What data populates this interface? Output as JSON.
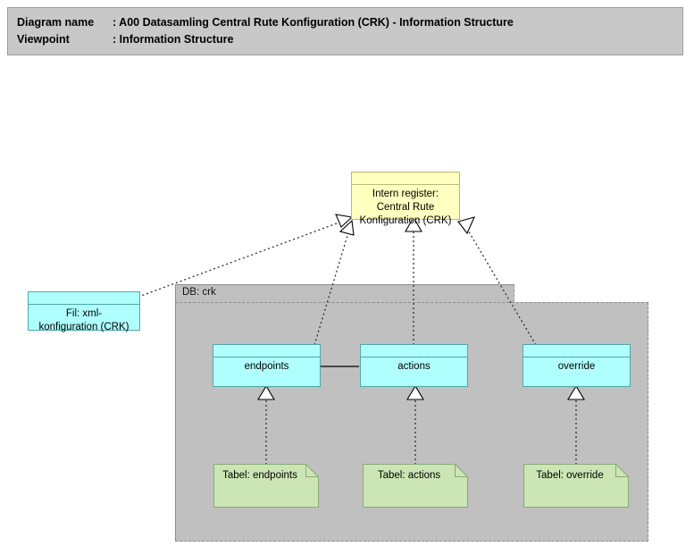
{
  "header": {
    "line1_key": "Diagram name",
    "line1_sep": ": ",
    "line1_value": "A00 Datasamling Central Rute Konfiguration (CRK) - Information Structure",
    "line2_key": "Viewpoint",
    "line2_sep": ": ",
    "line2_value": "Information Structure"
  },
  "colors": {
    "header_bg": "#c8c8c8",
    "group_bg": "#c0c0c0",
    "register_fill": "#ffffc0",
    "object_fill": "#b0ffff",
    "table_fill": "#cbe6b4",
    "line": "#222222",
    "canvas_bg": "#ffffff"
  },
  "diagram": {
    "register_node": {
      "label": "Intern register:\nCentral Rute\nKonfiguration (CRK)",
      "shape": "data-object"
    },
    "file_node": {
      "label": "Fil: xml-\nkonfiguration (CRK)",
      "shape": "data-object"
    },
    "group": {
      "label": "DB: crk",
      "shape": "grouping"
    },
    "objects": [
      {
        "id": "endpoints",
        "label": "endpoints",
        "shape": "data-object"
      },
      {
        "id": "actions",
        "label": "actions",
        "shape": "data-object"
      },
      {
        "id": "override",
        "label": "override",
        "shape": "data-object"
      }
    ],
    "tables": [
      {
        "id": "tabel-endpoints",
        "label": "Tabel: endpoints",
        "shape": "artifact-note"
      },
      {
        "id": "tabel-actions",
        "label": "Tabel: actions",
        "shape": "artifact-note"
      },
      {
        "id": "tabel-override",
        "label": "Tabel: override",
        "shape": "artifact-note"
      }
    ],
    "connections": [
      {
        "from": "file_node",
        "to": "register_node",
        "type": "realization-dotted-hollow-triangle"
      },
      {
        "from": "endpoints",
        "to": "register_node",
        "type": "realization-dotted-hollow-triangle"
      },
      {
        "from": "actions",
        "to": "register_node",
        "type": "realization-dotted-hollow-triangle"
      },
      {
        "from": "override",
        "to": "register_node",
        "type": "realization-dotted-hollow-triangle"
      },
      {
        "from": "tabel-endpoints",
        "to": "endpoints",
        "type": "realization-dotted-hollow-triangle"
      },
      {
        "from": "tabel-actions",
        "to": "actions",
        "type": "realization-dotted-hollow-triangle"
      },
      {
        "from": "tabel-override",
        "to": "override",
        "type": "realization-dotted-hollow-triangle"
      },
      {
        "from": "endpoints",
        "to": "actions",
        "type": "association-solid"
      }
    ]
  }
}
